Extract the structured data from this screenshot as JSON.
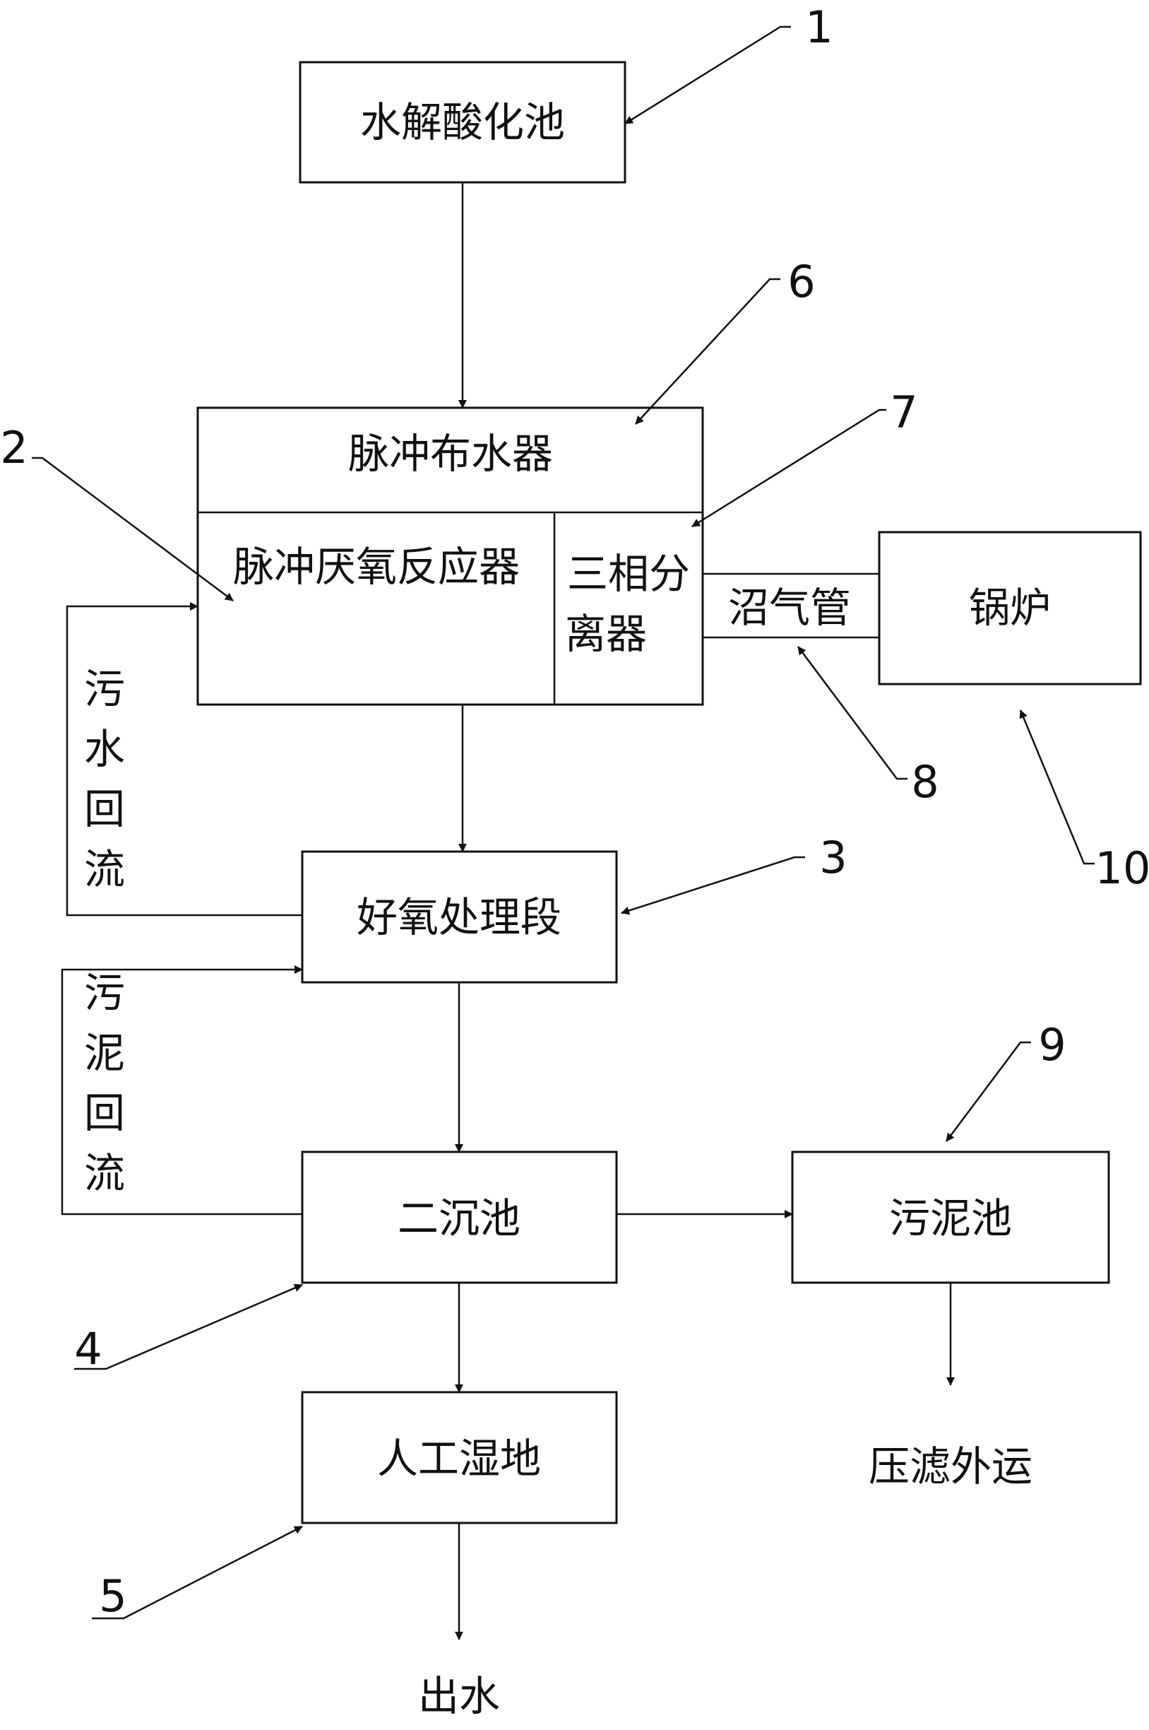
{
  "boxes": {
    "hydrolysis": "水解酸化池",
    "pulse_distributor": "脉冲布水器",
    "pulse_reactor": "脉冲厌氧反应器",
    "separator_line1": "三相分",
    "separator_line2": "离器",
    "biogas_pipe": "沼气管",
    "boiler": "锅炉",
    "aerobic": "好氧处理段",
    "secondary_settling": "二沉池",
    "sludge_tank": "污泥池",
    "wetland": "人工湿地"
  },
  "outputs": {
    "press_filter": "压滤外运",
    "effluent": "出水"
  },
  "return_flows": {
    "sewage_return": [
      "污",
      "水",
      "回",
      "流"
    ],
    "sludge_return": [
      "污",
      "泥",
      "回",
      "流"
    ]
  },
  "callouts": [
    "1",
    "2",
    "3",
    "4",
    "5",
    "6",
    "7",
    "8",
    "9",
    "10"
  ]
}
